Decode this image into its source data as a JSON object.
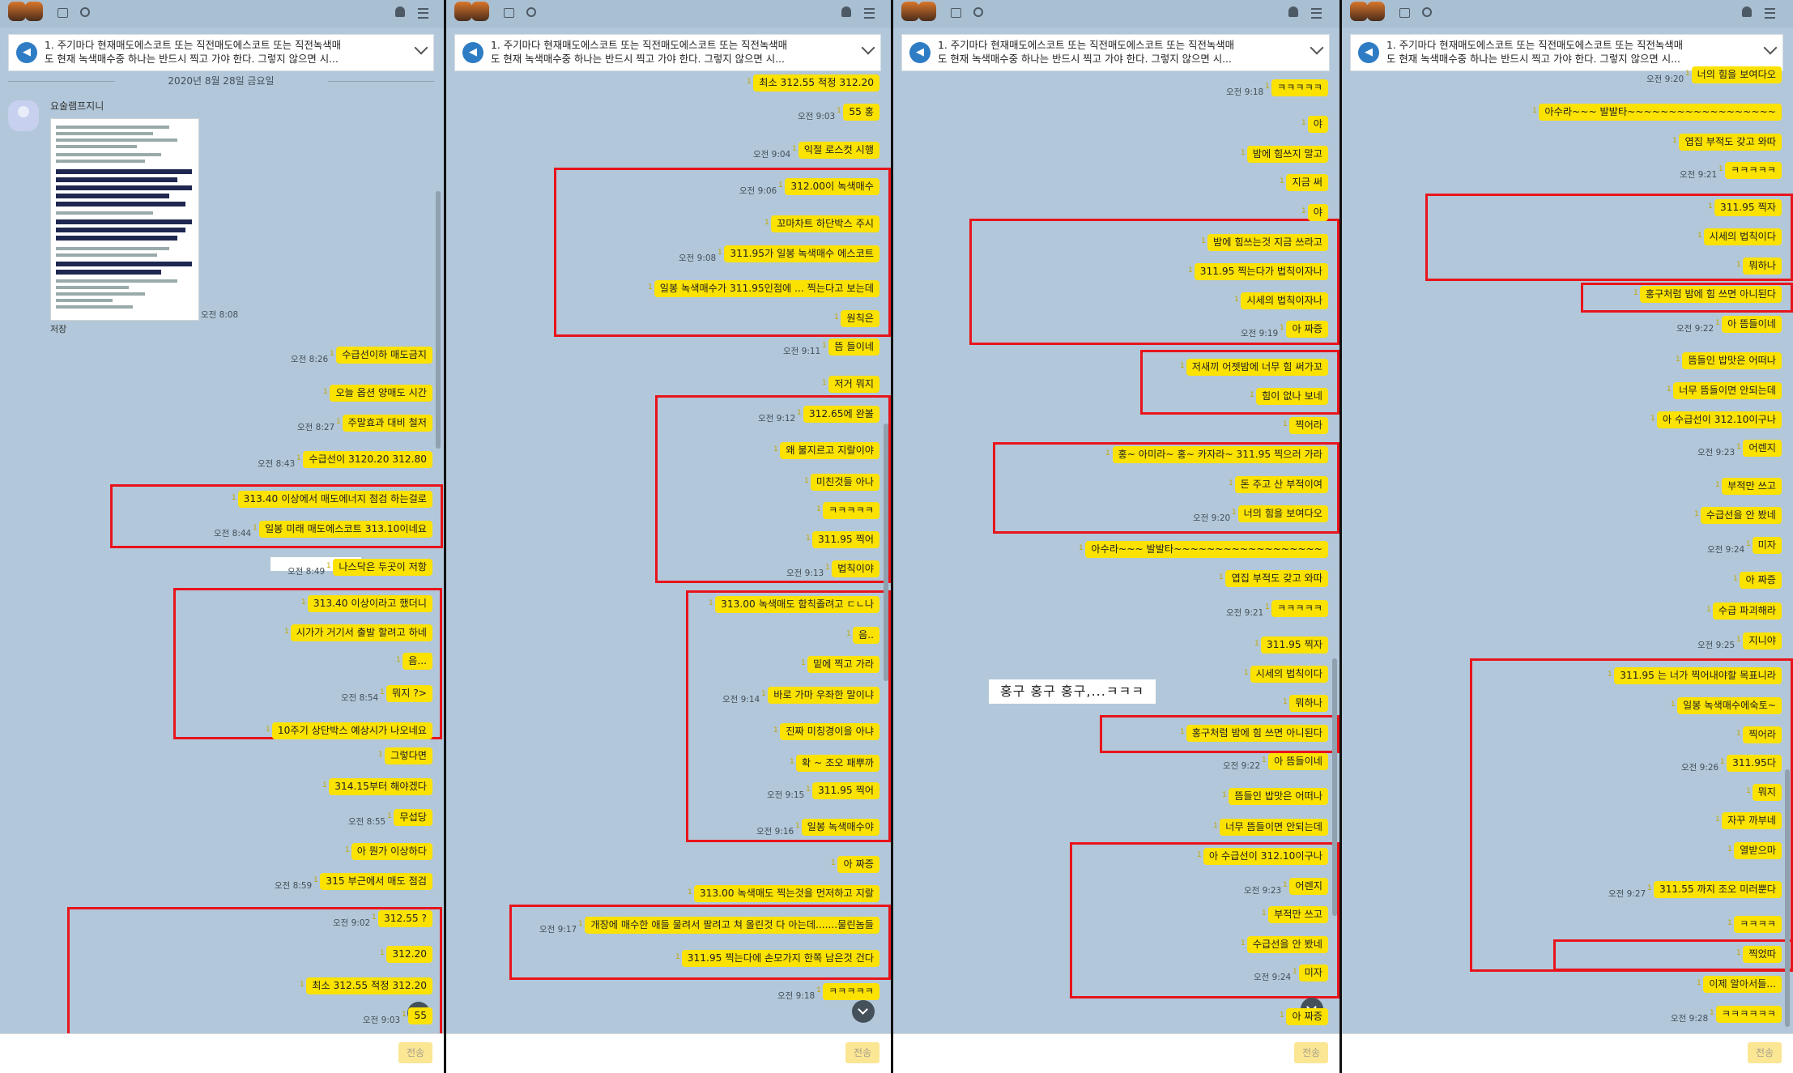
{
  "notice": {
    "text": "1. 주기마다 현재매도에스코트 또는 직전매도에스코트 또는 직전녹색매\n도 현재 녹색매수중 하나는 반드시 찍고 가야 한다. 그렇지 않으면 시..."
  },
  "send_label": "전송",
  "panel1": {
    "date": "2020년 8월 28일 금요일",
    "sender": "요술램프지니",
    "image_time": "오전 8:08",
    "save_label": "저장",
    "messages": [
      {
        "text": "수급선이하 매도금지",
        "time": "오전 8:26"
      },
      {
        "text": "오늘 옵션 양매도 시간"
      },
      {
        "text": "주말효과 대비 철저",
        "time": "오전 8:27"
      },
      {
        "text": "수급선이 3120.20 312.80",
        "time": "오전 8:43"
      },
      {
        "text": "313.40 이상에서 매도에너지 점검 하는걸로"
      },
      {
        "text": "일봉 미래 매도에스코트 313.10이네요",
        "time": "오전 8:44"
      },
      {
        "text": "나스닥은                         두곳이 저항",
        "time": "오전 8:49"
      },
      {
        "text": "313.40 이상이라고 했더니"
      },
      {
        "text": "시가가 거기서 출발 할려고 하네"
      },
      {
        "text": "음..."
      },
      {
        "text": "뭐지 ?>",
        "time": "오전 8:54"
      },
      {
        "text": "10주기 상단박스 예상시가 나오네요"
      },
      {
        "text": "그렇다면"
      },
      {
        "text": "314.15부터 해야겠다"
      },
      {
        "text": "무섭당",
        "time": "오전 8:55"
      },
      {
        "text": "아 뭔가 이상하다"
      },
      {
        "text": "315 부근에서 매도 점검",
        "time": "오전 8:59"
      },
      {
        "text": "312.55 ?",
        "time": "오전 9:02"
      },
      {
        "text": "312.20"
      },
      {
        "text": "최소 312.55 적정 312.20"
      },
      {
        "text": "55",
        "time": "오전 9:03"
      }
    ]
  },
  "panel2": {
    "messages": [
      {
        "text": "최소 312.55 적정 312.20"
      },
      {
        "text": "55 홍",
        "time": "오전 9:03"
      },
      {
        "text": "익절 로스컷 시행",
        "time": "오전 9:04"
      },
      {
        "text": "312.00이 녹색매수",
        "time": "오전 9:06"
      },
      {
        "text": "꼬마차트 하단박스 주시"
      },
      {
        "text": "311.95가 일봉 녹색매수 에스코트",
        "time": "오전 9:08"
      },
      {
        "text": "일봉 녹색매수가 311.95인점에 ... 찍는다고 보는데"
      },
      {
        "text": "원칙은"
      },
      {
        "text": "뜸 들이네",
        "time": "오전 9:11"
      },
      {
        "text": "저거 뭐지"
      },
      {
        "text": "312.65에 완볼",
        "time": "오전 9:12"
      },
      {
        "text": "왜 불지르고 지랄이야"
      },
      {
        "text": "미친것들 아나"
      },
      {
        "text": "ㅋㅋㅋㅋㅋ"
      },
      {
        "text": "311.95 찍어"
      },
      {
        "text": "법칙이야",
        "time": "오전 9:13"
      },
      {
        "text": "313.00 녹색매도 함칙졸려고 ㄷㄴ나"
      },
      {
        "text": "음.."
      },
      {
        "text": "밑에 찍고 가라"
      },
      {
        "text": "바로 가마 우좌한 말이냐",
        "time": "오전 9:14"
      },
      {
        "text": "진짜 미칭경이을 아냐"
      },
      {
        "text": "확 ~ 조오 패뿌까"
      },
      {
        "text": "311.95 찍어",
        "time": "오전 9:15"
      },
      {
        "text": "일봉 녹색매수야",
        "time": "오전 9:16"
      },
      {
        "text": "아 짜증"
      },
      {
        "text": "313.00 녹색매도 찍는것을 먼저하고 지랄"
      },
      {
        "text": "개장에 매수한 애들 물려서 팔려고 쳐 올린것 다 아는데.......물린놈들",
        "time": "오전 9:17"
      },
      {
        "text": "311.95 찍는다에 손모가지 한쪽 남은것 건다"
      },
      {
        "text": "ㅋㅋㅋㅋㅋ",
        "time": "오전 9:18"
      }
    ]
  },
  "panel3": {
    "overlay": "홍구 홍구 홍구,...ㅋㅋㅋ",
    "messages": [
      {
        "text": "ㅋㅋㅋㅋㅋ",
        "time": "오전 9:18"
      },
      {
        "text": "야"
      },
      {
        "text": "밤에 힘쓰지 말고"
      },
      {
        "text": "지금 써"
      },
      {
        "text": "야"
      },
      {
        "text": "밤에 힘쓰는것 지금 쓰라고"
      },
      {
        "text": "311.95 찍는다가 법칙이자나"
      },
      {
        "text": "시세의 법칙이자나"
      },
      {
        "text": "아 짜증",
        "time": "오전 9:19"
      },
      {
        "text": "저새끼 어젯밤에 너무 힘 써가꼬"
      },
      {
        "text": "힘이 없나 보네"
      },
      {
        "text": "찍어라"
      },
      {
        "text": "홍~ 아미라~ 홍~ 카자라~ 311.95 찍으러 가라"
      },
      {
        "text": "돈 주고 산 부적이여"
      },
      {
        "text": "너의 힘을 보여다오",
        "time": "오전 9:20"
      },
      {
        "text": "아수라~~~ 발발타~~~~~~~~~~~~~~~~~~"
      },
      {
        "text": "엽집 부적도 갖고 와따"
      },
      {
        "text": "ㅋㅋㅋㅋㅋ",
        "time": "오전 9:21"
      },
      {
        "text": "311.95 찍자"
      },
      {
        "text": "시세의 법칙이다"
      },
      {
        "text": "뭐하나"
      },
      {
        "text": "홍구처럼 밤에 힘 쓰면 아니된다"
      },
      {
        "text": "아 뜸들이네",
        "time": "오전 9:22"
      },
      {
        "text": "뜸들인 밥맛은 어떠나"
      },
      {
        "text": "너무 뜸들이면 안되는데"
      },
      {
        "text": "아 수급선이 312.10이구나"
      },
      {
        "text": "어렌지",
        "time": "오전 9:23"
      },
      {
        "text": "부적만 쓰고"
      },
      {
        "text": "수급선을 안 봤네"
      },
      {
        "text": "미자",
        "time": "오전 9:24"
      },
      {
        "text": "아 짜증"
      }
    ]
  },
  "panel4": {
    "messages": [
      {
        "text": "너의 힘을 보여다오",
        "time": "오전 9:20"
      },
      {
        "text": "아수라~~~ 발발타~~~~~~~~~~~~~~~~~~"
      },
      {
        "text": "엽집 부적도 갖고 와따"
      },
      {
        "text": "ㅋㅋㅋㅋㅋ",
        "time": "오전 9:21"
      },
      {
        "text": "311.95 찍자"
      },
      {
        "text": "시세의 법칙이다"
      },
      {
        "text": "뭐하나"
      },
      {
        "text": "홍구처럼 밤에 힘 쓰면 아니된다"
      },
      {
        "text": "아 뜸들이네",
        "time": "오전 9:22"
      },
      {
        "text": "뜸들인 밥맛은 어떠나"
      },
      {
        "text": "너무 뜸들이면 안되는데"
      },
      {
        "text": "아 수급선이 312.10이구나"
      },
      {
        "text": "어렌지",
        "time": "오전 9:23"
      },
      {
        "text": "부적만 쓰고"
      },
      {
        "text": "수급선을 안 봤네"
      },
      {
        "text": "미자",
        "time": "오전 9:24"
      },
      {
        "text": "아 짜증"
      },
      {
        "text": "수급 파괴해라"
      },
      {
        "text": "지니야",
        "time": "오전 9:25"
      },
      {
        "text": "311.95 는 너가 찍어내야할 목표니라"
      },
      {
        "text": "일봉 녹색매수에숙토~"
      },
      {
        "text": "찍어라"
      },
      {
        "text": "311.95다",
        "time": "오전 9:26"
      },
      {
        "text": "뭐지"
      },
      {
        "text": "자꾸 까부네"
      },
      {
        "text": "열받으마"
      },
      {
        "text": "311.55 까지 조오 미러뿐다",
        "time": "오전 9:27"
      },
      {
        "text": "ㅋㅋㅋㅋ"
      },
      {
        "text": "찍었따"
      },
      {
        "text": "이제 알아서들..."
      },
      {
        "text": "ㅋㅋㅋㅋㅋㅋ",
        "time": "오전 9:28"
      }
    ]
  }
}
